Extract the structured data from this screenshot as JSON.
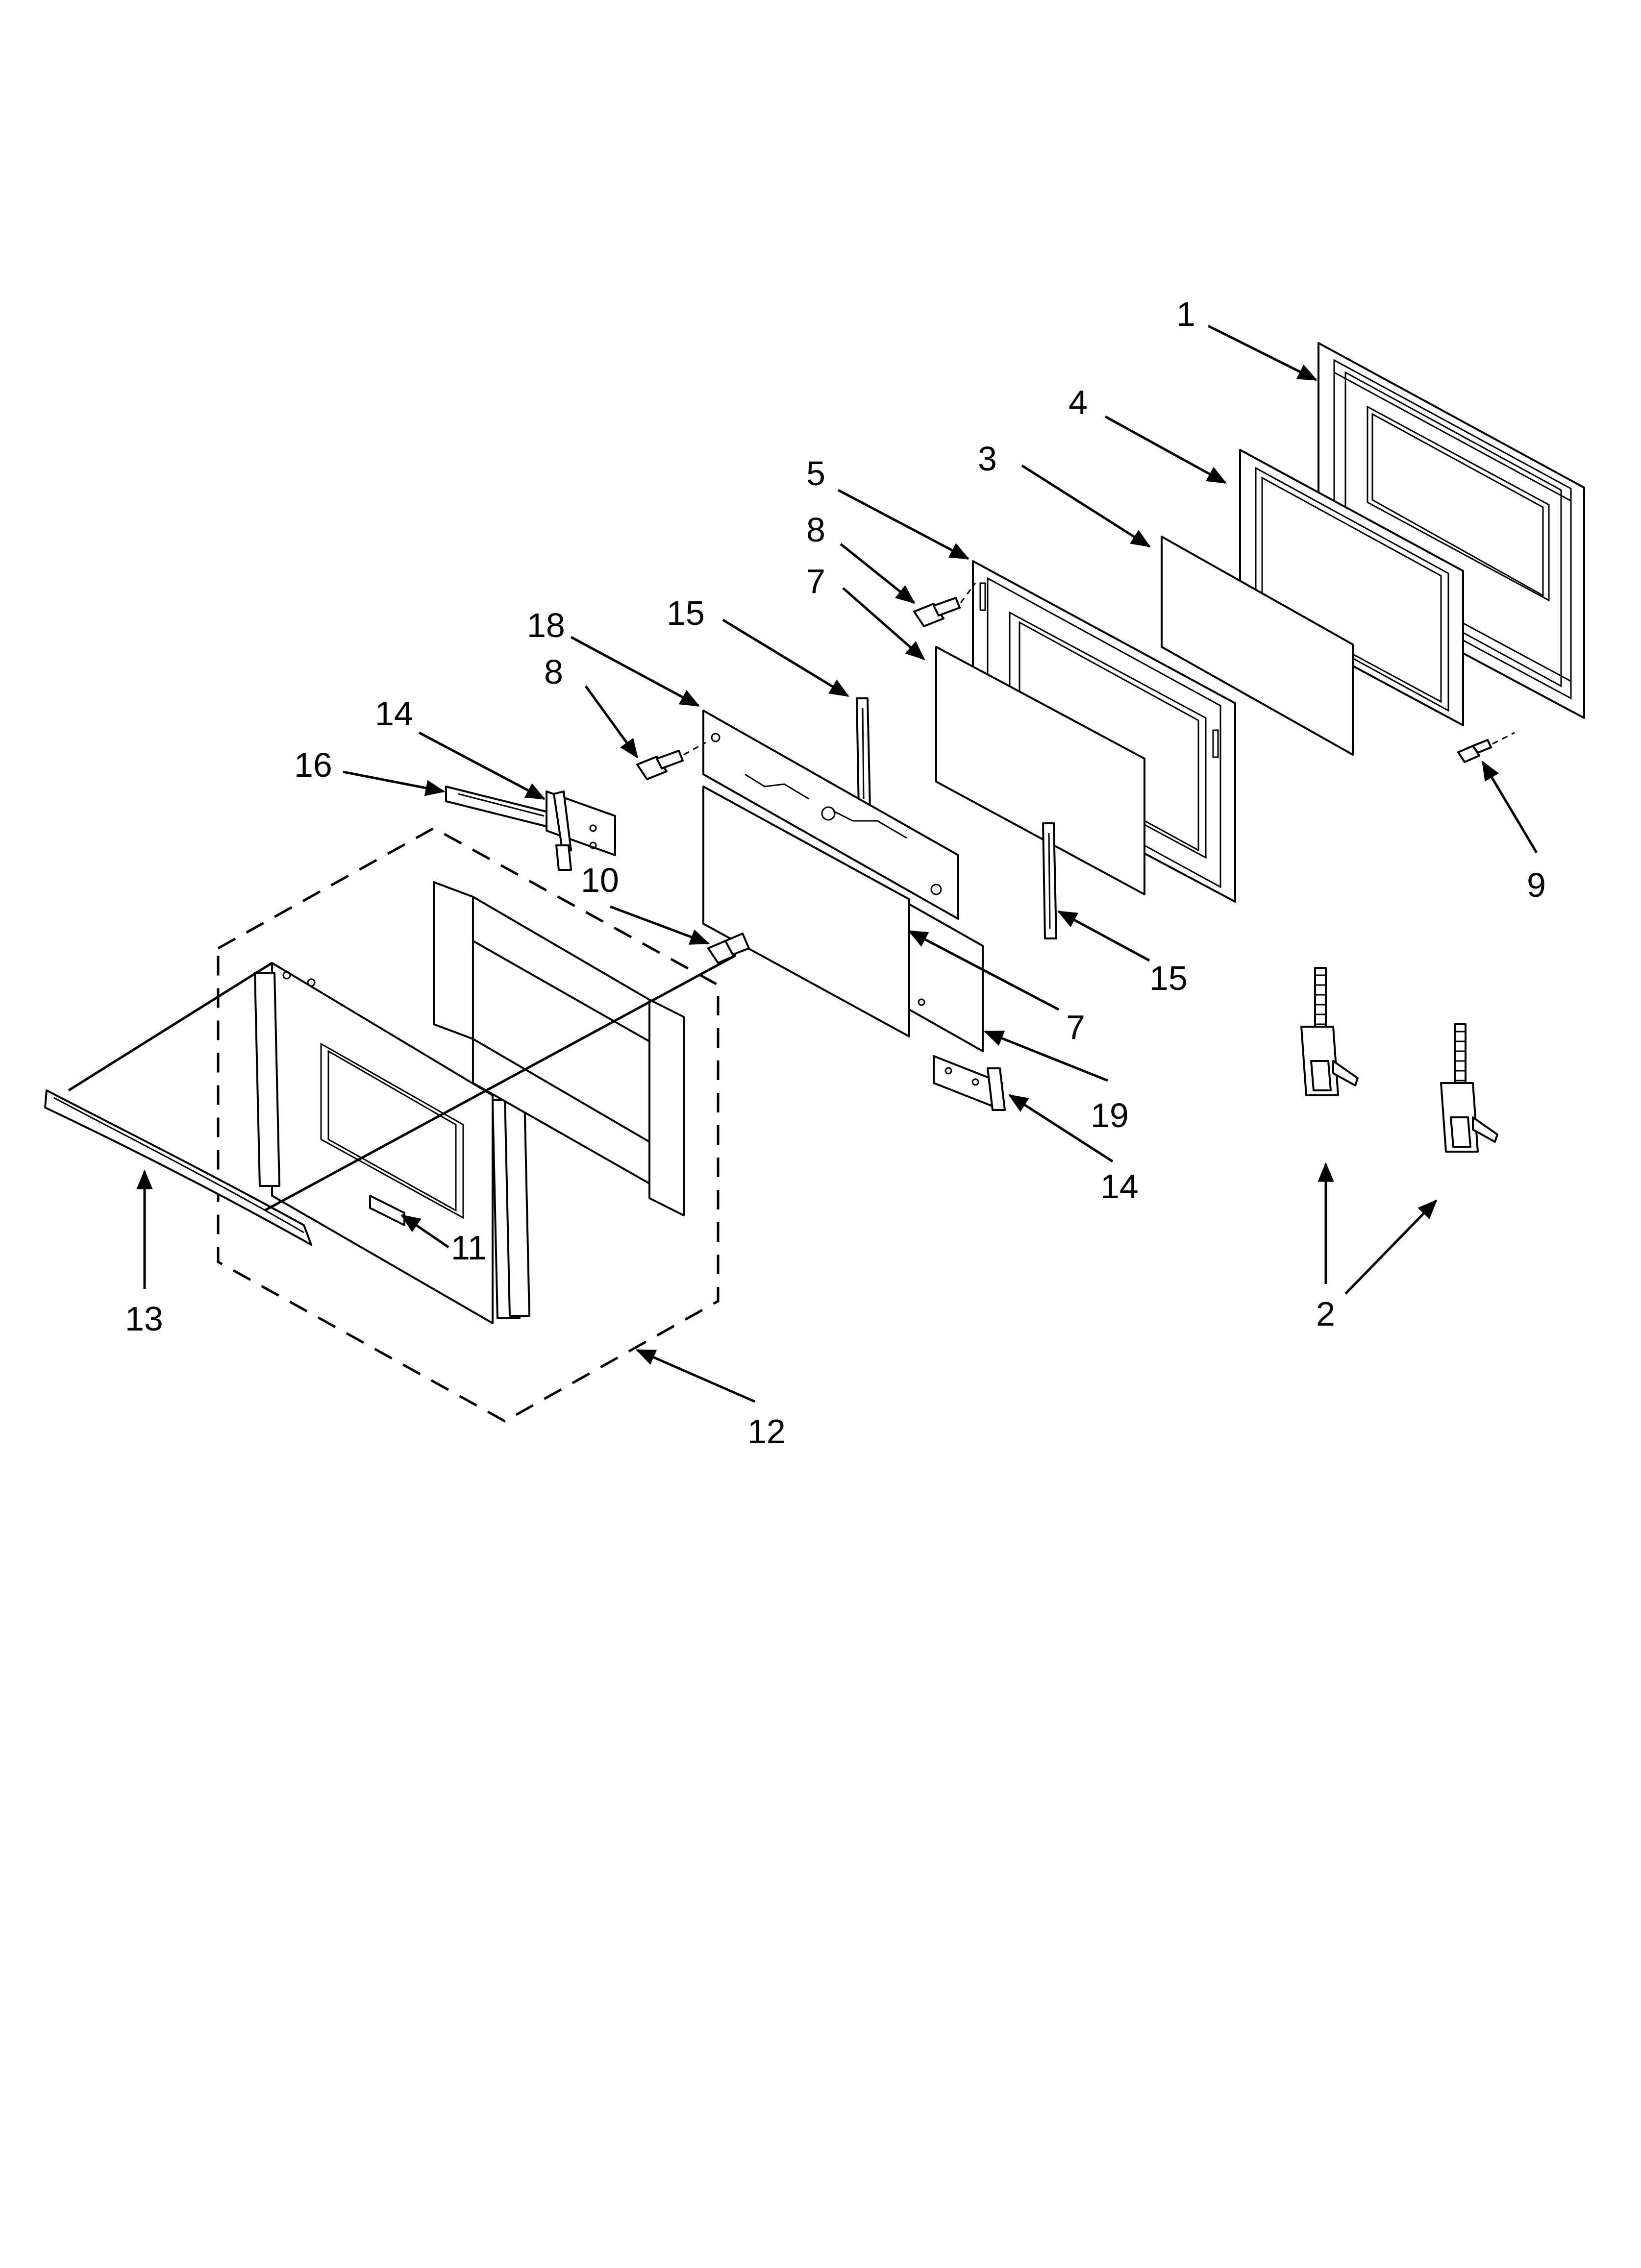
{
  "diagram": {
    "callouts": [
      {
        "id": "c1",
        "label": "1"
      },
      {
        "id": "c4",
        "label": "4"
      },
      {
        "id": "c3",
        "label": "3"
      },
      {
        "id": "c5",
        "label": "5"
      },
      {
        "id": "c8a",
        "label": "8"
      },
      {
        "id": "c7a",
        "label": "7"
      },
      {
        "id": "c18",
        "label": "18"
      },
      {
        "id": "c15a",
        "label": "15"
      },
      {
        "id": "c8b",
        "label": "8"
      },
      {
        "id": "c14a",
        "label": "14"
      },
      {
        "id": "c16",
        "label": "16"
      },
      {
        "id": "c10",
        "label": "10"
      },
      {
        "id": "c9",
        "label": "9"
      },
      {
        "id": "c15b",
        "label": "15"
      },
      {
        "id": "c7b",
        "label": "7"
      },
      {
        "id": "c19",
        "label": "19"
      },
      {
        "id": "c14b",
        "label": "14"
      },
      {
        "id": "c11",
        "label": "11"
      },
      {
        "id": "c13",
        "label": "13"
      },
      {
        "id": "c2",
        "label": "2"
      },
      {
        "id": "c12",
        "label": "12"
      }
    ]
  }
}
